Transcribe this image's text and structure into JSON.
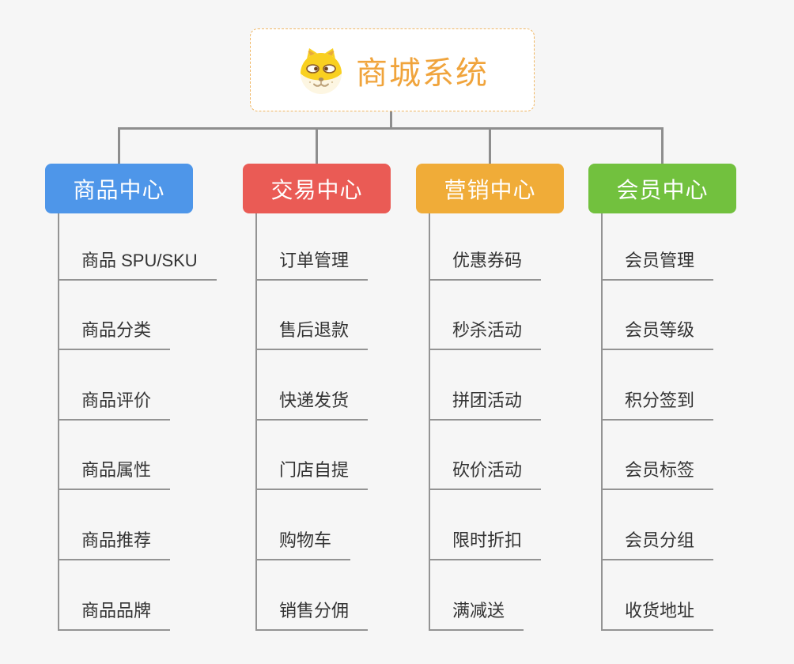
{
  "root": {
    "title": "商城系统",
    "icon": "doge-icon"
  },
  "colors": {
    "background": "#f6f6f6",
    "root_text": "#f0a43c",
    "root_border": "#f0b765",
    "tree_connector": "#8e8e8e",
    "item_line": "#949494",
    "item_text": "#333333",
    "doge_yellow": "#f9d020",
    "doge_cream": "#fdf6e2"
  },
  "branches": [
    {
      "label": "商品中心",
      "color": "#4e96e9",
      "items": [
        "商品 SPU/SKU",
        "商品分类",
        "商品评价",
        "商品属性",
        "商品推荐",
        "商品品牌"
      ]
    },
    {
      "label": "交易中心",
      "color": "#ea5b55",
      "items": [
        "订单管理",
        "售后退款",
        "快递发货",
        "门店自提",
        "购物车",
        "销售分佣"
      ]
    },
    {
      "label": "营销中心",
      "color": "#f0ac38",
      "items": [
        "优惠券码",
        "秒杀活动",
        "拼团活动",
        "砍价活动",
        "限时折扣",
        "满减送"
      ]
    },
    {
      "label": "会员中心",
      "color": "#72c13e",
      "items": [
        "会员管理",
        "会员等级",
        "积分签到",
        "会员标签",
        "会员分组",
        "收货地址"
      ]
    }
  ]
}
